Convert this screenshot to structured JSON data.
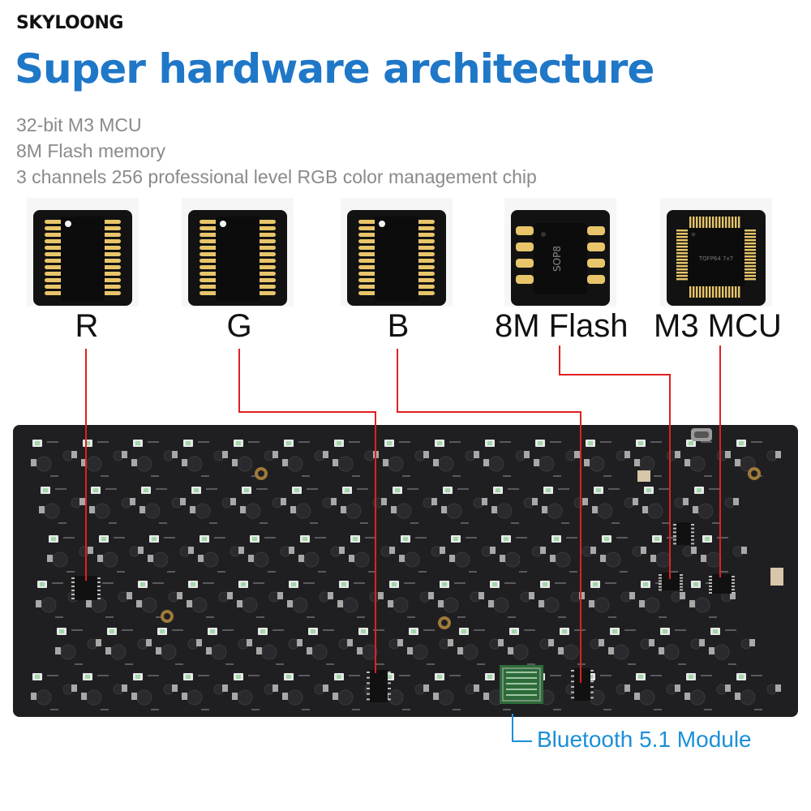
{
  "brand": {
    "logo_text": "SKYLOONG"
  },
  "header": {
    "title": "Super hardware architecture"
  },
  "features": [
    "32-bit M3 MCU",
    "8M Flash memory",
    "3 channels 256 professional level RGB color management chip"
  ],
  "chips": [
    {
      "label": "R",
      "package": ""
    },
    {
      "label": "G",
      "package": ""
    },
    {
      "label": "B",
      "package": ""
    },
    {
      "label": "8M Flash",
      "package": "SOP8"
    },
    {
      "label": "M3 MCU",
      "package": "TQFP64 7x7"
    }
  ],
  "module": {
    "label": "Bluetooth 5.1 Module"
  },
  "colors": {
    "title": "#1f77c8",
    "callout_line_chips": "#e02020",
    "callout_line_module": "#1c8fd8",
    "board": "#1f1f22",
    "pin_gold": "#e8c56a"
  }
}
